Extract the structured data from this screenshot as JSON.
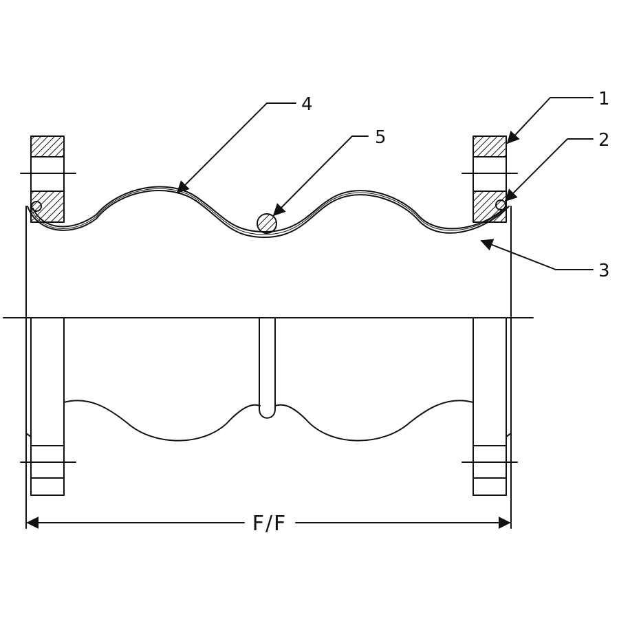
{
  "colors": {
    "ink": "#111111",
    "paper": "#ffffff"
  },
  "callouts": [
    {
      "id": "1",
      "label": "1"
    },
    {
      "id": "2",
      "label": "2"
    },
    {
      "id": "3",
      "label": "3"
    },
    {
      "id": "4",
      "label": "4"
    },
    {
      "id": "5",
      "label": "5"
    }
  ],
  "dimension": {
    "label": "F/F"
  }
}
